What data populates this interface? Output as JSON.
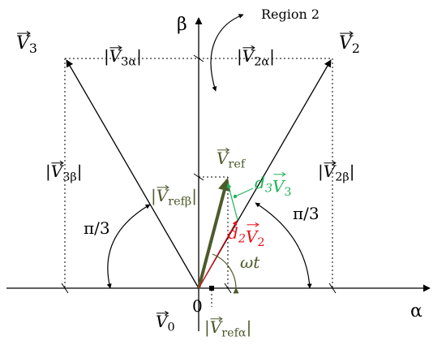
{
  "axes": {
    "alpha_label": "α",
    "beta_label": "β",
    "origin_label": "0"
  },
  "region": {
    "label": "Region 2"
  },
  "vectors": {
    "v3": {
      "base": "V",
      "sub": "3"
    },
    "v2": {
      "base": "V",
      "sub": "2"
    },
    "v0": {
      "base": "V",
      "sub": "0"
    },
    "vref": {
      "base": "V",
      "sub": "ref"
    }
  },
  "magnitudes": {
    "v3_alpha": {
      "base": "V",
      "sub": "3α"
    },
    "v2_alpha": {
      "base": "V",
      "sub": "2α"
    },
    "v3_beta": {
      "base": "V",
      "sub": "3β"
    },
    "v2_beta": {
      "base": "V",
      "sub": "2β"
    },
    "vref_beta": {
      "base": "V",
      "sub": "refβ"
    },
    "vref_alpha": {
      "base": "V",
      "sub": "refα"
    }
  },
  "components": {
    "d3v3": {
      "coef": "d",
      "coef_sub": "3",
      "base": "V",
      "sub": "3"
    },
    "d2v2": {
      "coef": "d",
      "coef_sub": "2",
      "base": "V",
      "sub": "2"
    }
  },
  "angles": {
    "left_pi": "π/3",
    "right_pi": "π/3",
    "omega_t": "ωt"
  },
  "colors": {
    "black": "#000000",
    "ref": "#4d5a2a",
    "d3": "#1db35a",
    "d2": "#e8101a"
  }
}
